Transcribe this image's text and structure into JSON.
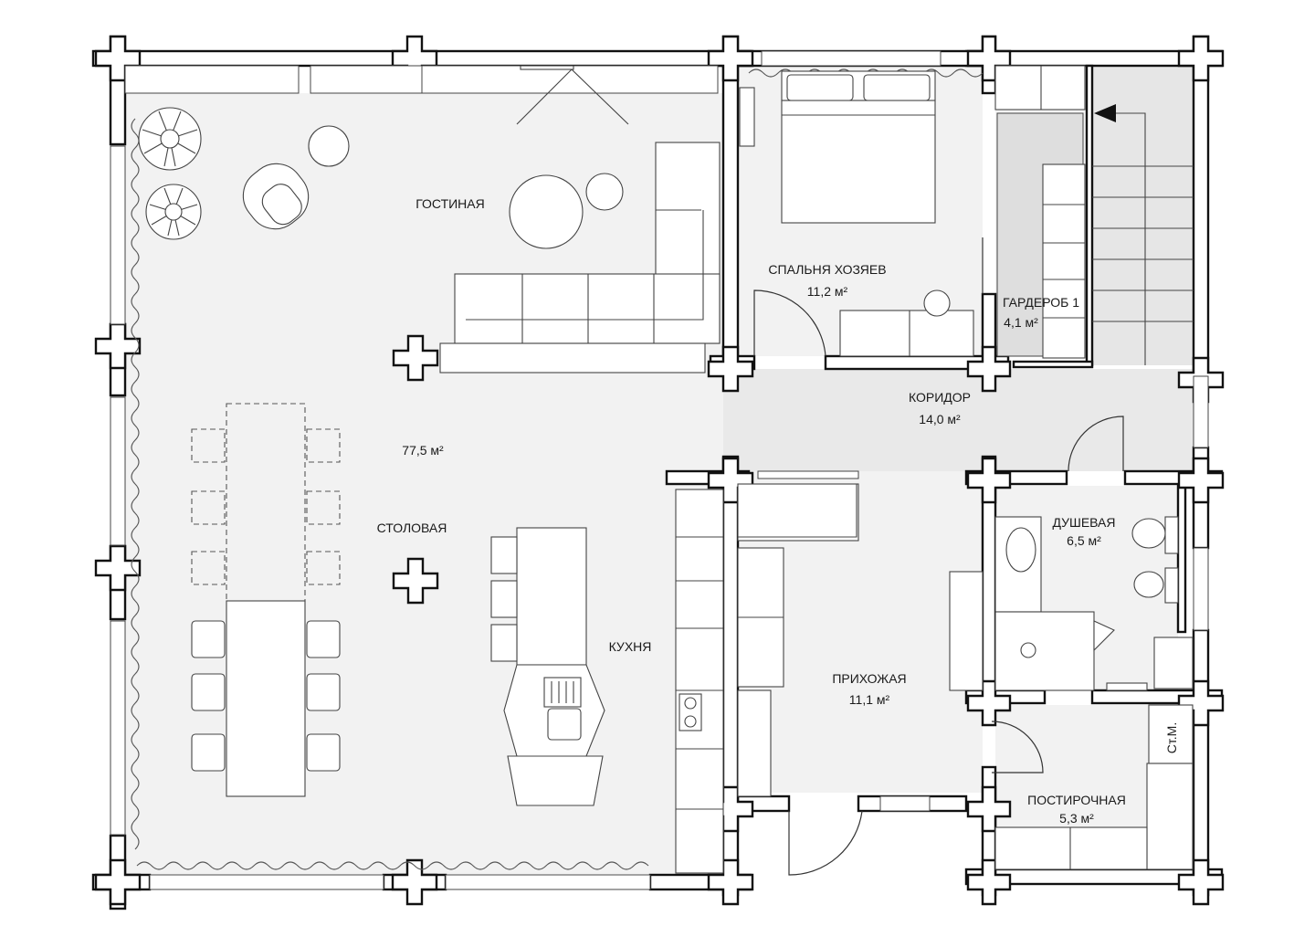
{
  "rooms": {
    "living": {
      "name": "ГОСТИНАЯ"
    },
    "open_area": {
      "area": "77,5 м²"
    },
    "dining": {
      "name": "СТОЛОВАЯ"
    },
    "kitchen": {
      "name": "КУХНЯ"
    },
    "bedroom": {
      "name": "СПАЛЬНЯ ХОЗЯЕВ",
      "area": "11,2 м²"
    },
    "wardrobe": {
      "name": "ГАРДЕРОБ 1",
      "area": "4,1 м²"
    },
    "corridor": {
      "name": "КОРИДОР",
      "area": "14,0 м²"
    },
    "shower": {
      "name": "ДУШЕВАЯ",
      "area": "6,5 м²"
    },
    "hall": {
      "name": "ПРИХОЖАЯ",
      "area": "11,1 м²"
    },
    "laundry": {
      "name": "ПОСТИРОЧНАЯ",
      "area": "5,3 м²"
    },
    "washer": {
      "label": "Ст.М."
    }
  },
  "colors": {
    "paper": "#ffffff",
    "floor": "#f2f2f2",
    "corridor": "#e9e9e9",
    "stair": "#e6e6e6",
    "wall": "#111111",
    "furniture": "#444444"
  }
}
